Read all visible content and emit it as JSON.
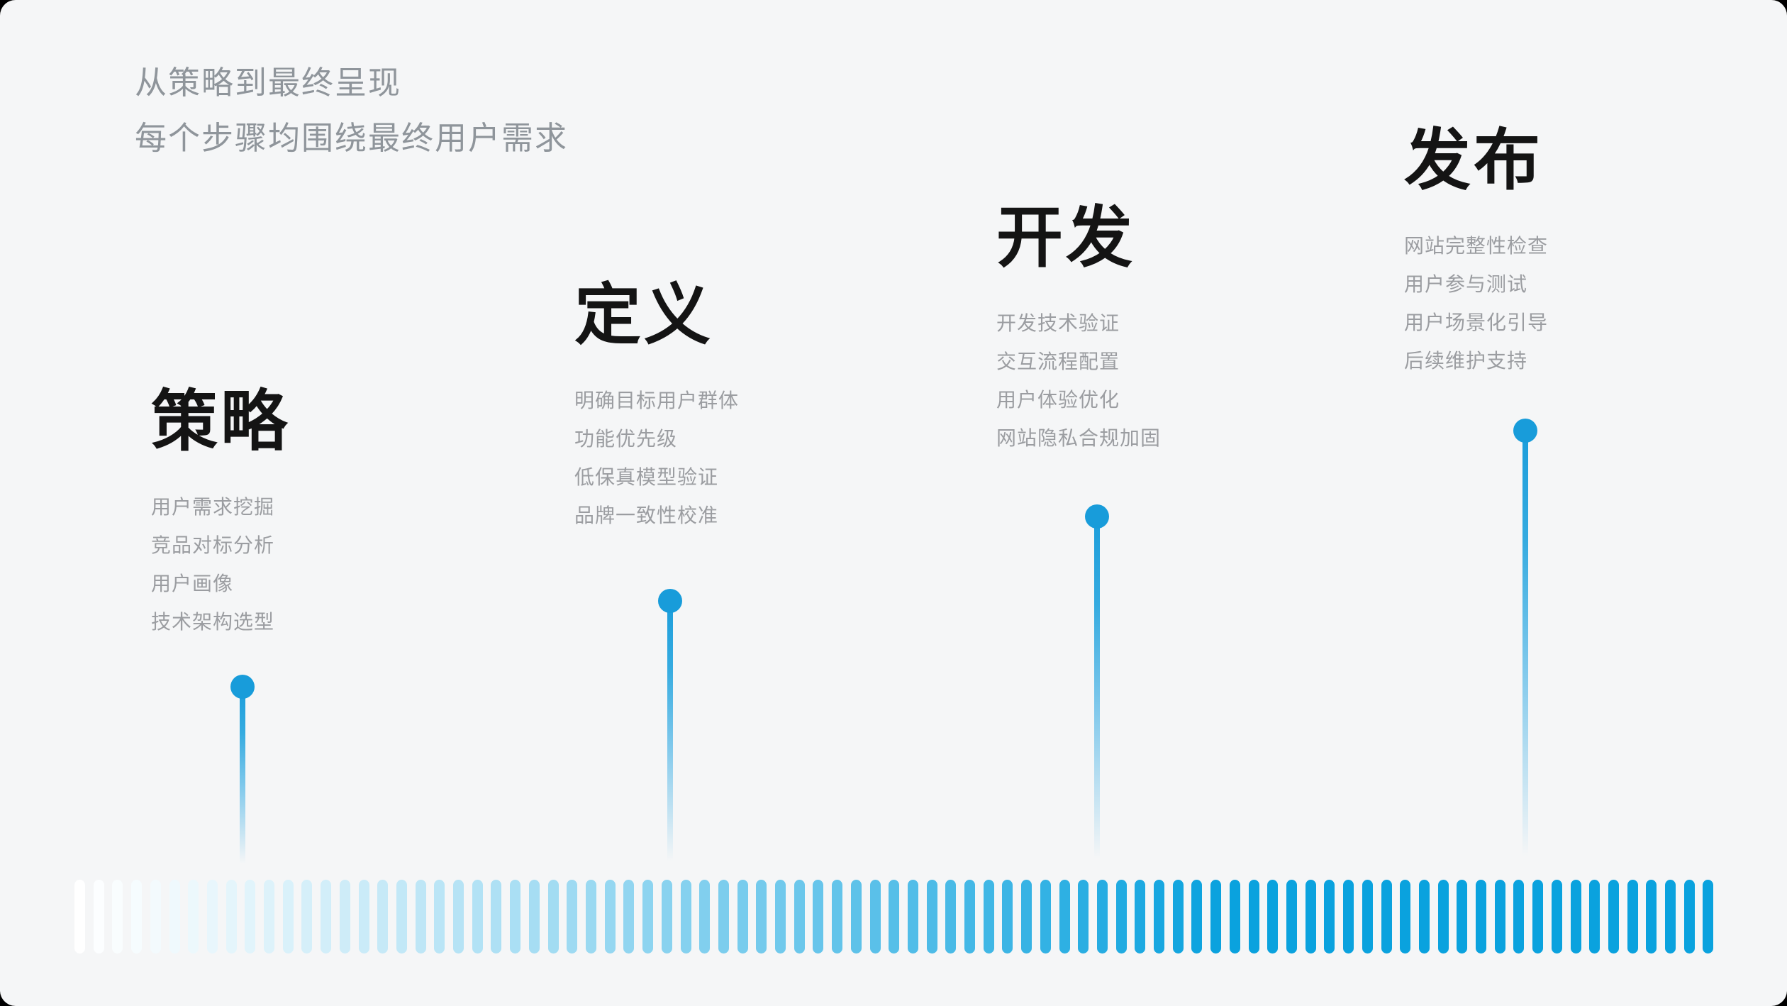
{
  "subtitle": {
    "line1": "从策略到最终呈现",
    "line2": "每个步骤均围绕最终用户需求"
  },
  "stages": [
    {
      "title": "策略",
      "items": [
        "用户需求挖掘",
        "竞品对标分析",
        "用户画像",
        "技术架构选型"
      ]
    },
    {
      "title": "定义",
      "items": [
        "明确目标用户群体",
        "功能优先级",
        "低保真模型验证",
        "品牌一致性校准"
      ]
    },
    {
      "title": "开发",
      "items": [
        "开发技术验证",
        "交互流程配置",
        "用户体验优化",
        "网站隐私合规加固"
      ]
    },
    {
      "title": "发布",
      "items": [
        "网站完整性检查",
        "用户参与测试",
        "用户场景化引导",
        "后续维护支持"
      ]
    }
  ],
  "colors": {
    "background": "#f5f6f7",
    "heading_black": "#141414",
    "subtitle_gray": "#8f959b",
    "item_gray": "#9b9da1",
    "dot_blue": "#189cda",
    "bar_blue": "#0aa2de",
    "bar_start_white": "#ffffff"
  },
  "ticker": {
    "bar_count": 87
  }
}
